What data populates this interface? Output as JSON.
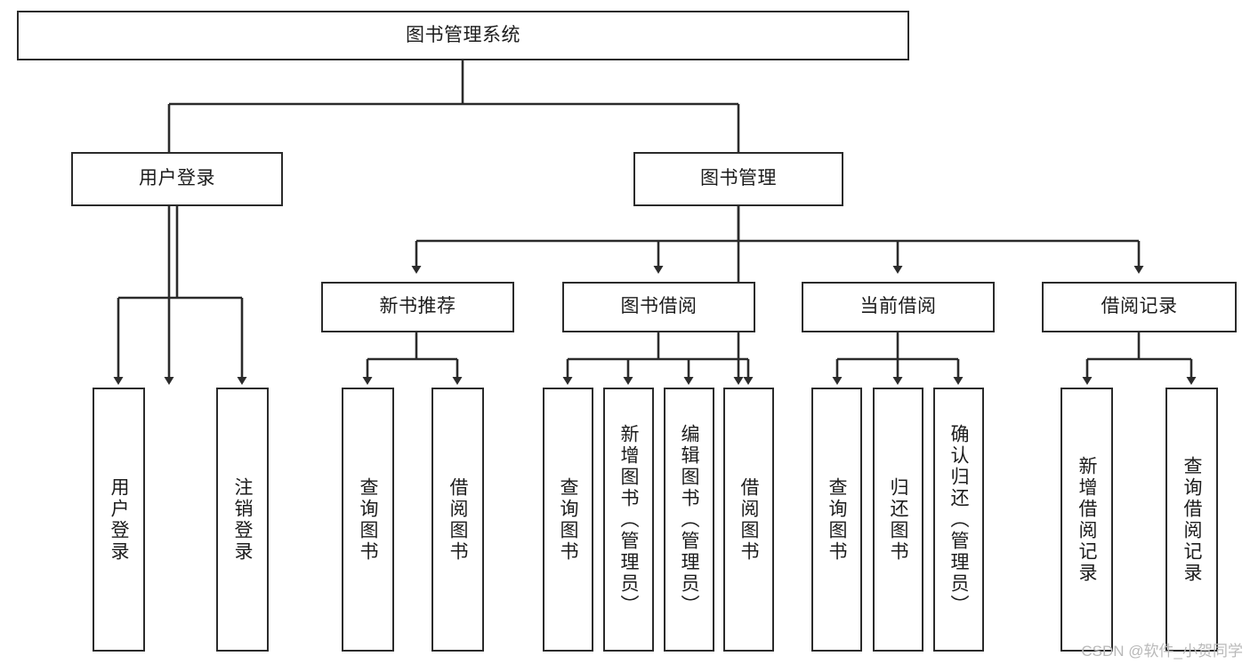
{
  "diagram": {
    "title": "图书管理系统",
    "type": "hierarchy-tree",
    "root": {
      "label": "图书管理系统"
    },
    "level2": [
      {
        "label": "用户登录"
      },
      {
        "label": "图书管理"
      }
    ],
    "level3": [
      {
        "label": "新书推荐"
      },
      {
        "label": "图书借阅"
      },
      {
        "label": "当前借阅"
      },
      {
        "label": "借阅记录"
      }
    ],
    "leaves": {
      "user_login": [
        {
          "label": "用户登录"
        },
        {
          "label": "注销登录"
        }
      ],
      "new_book_recommend": [
        {
          "label": "查询图书"
        },
        {
          "label": "借阅图书"
        }
      ],
      "book_borrow": [
        {
          "label": "查询图书"
        },
        {
          "label": "新增图书（管理员）"
        },
        {
          "label": "编辑图书（管理员）"
        },
        {
          "label": "借阅图书"
        }
      ],
      "current_borrow": [
        {
          "label": "查询图书"
        },
        {
          "label": "归还图书"
        },
        {
          "label": "确认归还（管理员）"
        }
      ],
      "borrow_record": [
        {
          "label": "新增借阅记录"
        },
        {
          "label": "查询借阅记录"
        }
      ]
    }
  },
  "watermark": {
    "text": "CSDN @软件_小贺同学"
  },
  "colors": {
    "stroke": "#2b2b2b",
    "background": "#ffffff",
    "text": "#1c1c1c",
    "watermark": "#b9b9b9"
  }
}
